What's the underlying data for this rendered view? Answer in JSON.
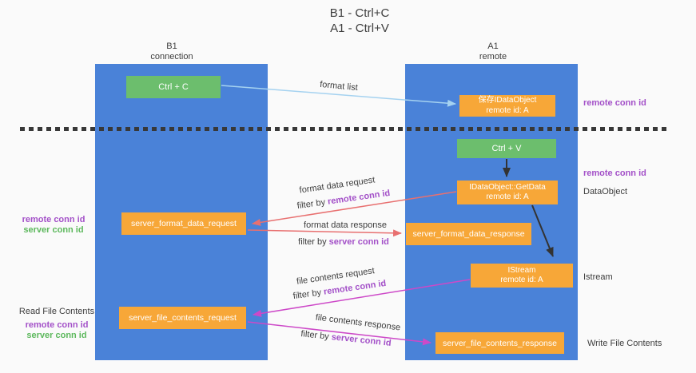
{
  "title": {
    "line1": "B1 - Ctrl+C",
    "line2": "A1 - Ctrl+V"
  },
  "lifelines": {
    "b1": {
      "title": "B1",
      "subtitle": "connection"
    },
    "a1": {
      "title": "A1",
      "subtitle": "remote"
    }
  },
  "nodes": {
    "ctrl_c": {
      "label": "Ctrl + C"
    },
    "ctrl_v": {
      "label": "Ctrl + V"
    },
    "save_dataobject": {
      "line1": "保存IDataObject",
      "line2": "remote id: A"
    },
    "getdata": {
      "line1": "IDataObject::GetData",
      "line2": "remote id: A"
    },
    "istream": {
      "line1": "IStream",
      "line2": "remote id: A"
    },
    "server_format_data_request": {
      "label": "server_format_data_request"
    },
    "server_format_data_response": {
      "label": "server_format_data_response"
    },
    "server_file_contents_request": {
      "label": "server_file_contents_request"
    },
    "server_file_contents_response": {
      "label": "server_file_contents_response"
    }
  },
  "right_labels": {
    "remote_conn_id_top": "remote conn id",
    "remote_conn_id_mid": "remote conn id",
    "dataobject": "DataObject",
    "istream": "Istream",
    "write_file_contents": "Write File Contents"
  },
  "left_labels": {
    "pair1": {
      "remote": "remote conn id",
      "server": "server conn id"
    },
    "read_file_contents": "Read File Contents",
    "pair2": {
      "remote": "remote conn id",
      "server": "server conn id"
    }
  },
  "arrows": {
    "format_list": {
      "label": "format list"
    },
    "format_data_request": {
      "label": "format data request",
      "filter_prefix": "filter by ",
      "filter_id": "remote conn id"
    },
    "format_data_response": {
      "label": "format data response",
      "filter_prefix": "filter by ",
      "filter_id": "server conn id"
    },
    "file_contents_request": {
      "label": "file contents request",
      "filter_prefix": "filter by ",
      "filter_id": "remote conn id"
    },
    "file_contents_response": {
      "label": "file contents response",
      "filter_prefix": "filter by ",
      "filter_id": "server conn id"
    }
  },
  "colors": {
    "lifeline_blue": "#4a82d8",
    "node_orange": "#f7a738",
    "node_green": "#6cbe6d",
    "conn_id_purple": "#a350c8",
    "conn_id_green": "#5cb85c",
    "arrow_red": "#e87070",
    "arrow_magenta": "#cd49c8",
    "arrow_lightblue": "#a5d2f0",
    "arrow_black": "#333333"
  }
}
